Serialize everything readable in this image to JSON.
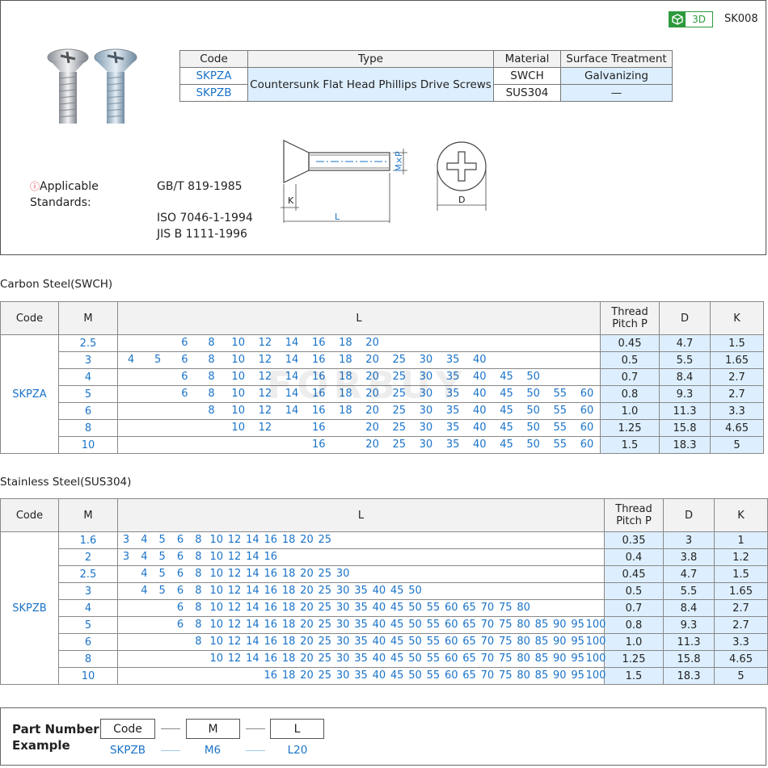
{
  "header": {
    "badge_3d": "3D",
    "series_code": "SK008"
  },
  "type_table": {
    "headers": [
      "Code",
      "Type",
      "Material",
      "Surface Treatment"
    ],
    "type_name": "Countersunk Flat Head Phillips Drive Screws",
    "rows": [
      {
        "code": "SKPZA",
        "material": "SWCH",
        "surface": "Galvanizing"
      },
      {
        "code": "SKPZB",
        "material": "SUS304",
        "surface": "—"
      }
    ]
  },
  "standards": {
    "label": "Applicable Standards:",
    "items": [
      "GB/T  819-1985",
      "ISO  7046-1-1994",
      "JIS  B  1111-1996"
    ]
  },
  "drawing": {
    "k": "K",
    "l": "L",
    "mxp": "M×P",
    "d": "D"
  },
  "watermark": "FORBUY",
  "carbon": {
    "title": "Carbon Steel(SWCH)",
    "headers": {
      "code": "Code",
      "m": "M",
      "l": "L",
      "pitch": "Thread Pitch P",
      "d": "D",
      "k": "K"
    },
    "code": "SKPZA",
    "columns": [
      "4",
      "5",
      "6",
      "8",
      "10",
      "12",
      "14",
      "16",
      "18",
      "20",
      "25",
      "30",
      "35",
      "40",
      "45",
      "50",
      "55",
      "60"
    ],
    "rows": [
      {
        "m": "2.5",
        "l": [
          "6",
          "8",
          "10",
          "12",
          "14",
          "16",
          "18",
          "20"
        ],
        "p": "0.45",
        "d": "4.7",
        "k": "1.5"
      },
      {
        "m": "3",
        "l": [
          "4",
          "5",
          "6",
          "8",
          "10",
          "12",
          "14",
          "16",
          "18",
          "20",
          "25",
          "30",
          "35",
          "40"
        ],
        "p": "0.5",
        "d": "5.5",
        "k": "1.65"
      },
      {
        "m": "4",
        "l": [
          "6",
          "8",
          "10",
          "12",
          "14",
          "16",
          "18",
          "20",
          "25",
          "30",
          "35",
          "40",
          "45",
          "50"
        ],
        "p": "0.7",
        "d": "8.4",
        "k": "2.7"
      },
      {
        "m": "5",
        "l": [
          "6",
          "8",
          "10",
          "12",
          "14",
          "16",
          "18",
          "20",
          "25",
          "30",
          "35",
          "40",
          "45",
          "50",
          "55",
          "60"
        ],
        "p": "0.8",
        "d": "9.3",
        "k": "2.7"
      },
      {
        "m": "6",
        "l": [
          "8",
          "10",
          "12",
          "14",
          "16",
          "18",
          "20",
          "25",
          "30",
          "35",
          "40",
          "45",
          "50",
          "55",
          "60"
        ],
        "p": "1.0",
        "d": "11.3",
        "k": "3.3"
      },
      {
        "m": "8",
        "l": [
          "10",
          "12",
          "16",
          "20",
          "25",
          "30",
          "35",
          "40",
          "45",
          "50",
          "55",
          "60"
        ],
        "p": "1.25",
        "d": "15.8",
        "k": "4.65"
      },
      {
        "m": "10",
        "l": [
          "16",
          "20",
          "25",
          "30",
          "35",
          "40",
          "45",
          "50",
          "55",
          "60"
        ],
        "p": "1.5",
        "d": "18.3",
        "k": "5"
      }
    ]
  },
  "stainless": {
    "title": "Stainless Steel(SUS304)",
    "headers": {
      "code": "Code",
      "m": "M",
      "l": "L",
      "pitch": "Thread Pitch P",
      "d": "D",
      "k": "K"
    },
    "code": "SKPZB",
    "columns": [
      "3",
      "4",
      "5",
      "6",
      "8",
      "10",
      "12",
      "14",
      "16",
      "18",
      "20",
      "25",
      "30",
      "35",
      "40",
      "45",
      "50",
      "55",
      "60",
      "65",
      "70",
      "75",
      "80",
      "85",
      "90",
      "95",
      "100"
    ],
    "rows": [
      {
        "m": "1.6",
        "l": [
          "3",
          "4",
          "5",
          "6",
          "8",
          "10",
          "12",
          "14",
          "16",
          "18",
          "20",
          "25"
        ],
        "p": "0.35",
        "d": "3",
        "k": "1"
      },
      {
        "m": "2",
        "l": [
          "3",
          "4",
          "5",
          "6",
          "8",
          "10",
          "12",
          "14",
          "16"
        ],
        "p": "0.4",
        "d": "3.8",
        "k": "1.2"
      },
      {
        "m": "2.5",
        "l": [
          "4",
          "5",
          "6",
          "8",
          "10",
          "12",
          "14",
          "16",
          "18",
          "20",
          "25",
          "30"
        ],
        "p": "0.45",
        "d": "4.7",
        "k": "1.5"
      },
      {
        "m": "3",
        "l": [
          "4",
          "5",
          "6",
          "8",
          "10",
          "12",
          "14",
          "16",
          "18",
          "20",
          "25",
          "30",
          "35",
          "40",
          "45",
          "50"
        ],
        "p": "0.5",
        "d": "5.5",
        "k": "1.65"
      },
      {
        "m": "4",
        "l": [
          "6",
          "8",
          "10",
          "12",
          "14",
          "16",
          "18",
          "20",
          "25",
          "30",
          "35",
          "40",
          "45",
          "50",
          "55",
          "60",
          "65",
          "70",
          "75",
          "80"
        ],
        "p": "0.7",
        "d": "8.4",
        "k": "2.7"
      },
      {
        "m": "5",
        "l": [
          "6",
          "8",
          "10",
          "12",
          "14",
          "16",
          "18",
          "20",
          "25",
          "30",
          "35",
          "40",
          "45",
          "50",
          "55",
          "60",
          "65",
          "70",
          "75",
          "80",
          "85",
          "90",
          "95",
          "100"
        ],
        "p": "0.8",
        "d": "9.3",
        "k": "2.7"
      },
      {
        "m": "6",
        "l": [
          "8",
          "10",
          "12",
          "14",
          "16",
          "18",
          "20",
          "25",
          "30",
          "35",
          "40",
          "45",
          "50",
          "55",
          "60",
          "65",
          "70",
          "75",
          "80",
          "85",
          "90",
          "95",
          "100"
        ],
        "p": "1.0",
        "d": "11.3",
        "k": "3.3"
      },
      {
        "m": "8",
        "l": [
          "10",
          "12",
          "14",
          "16",
          "18",
          "20",
          "25",
          "30",
          "35",
          "40",
          "45",
          "50",
          "55",
          "60",
          "65",
          "70",
          "75",
          "80",
          "85",
          "90",
          "95",
          "100"
        ],
        "p": "1.25",
        "d": "15.8",
        "k": "4.65"
      },
      {
        "m": "10",
        "l": [
          "16",
          "18",
          "20",
          "25",
          "30",
          "35",
          "40",
          "45",
          "50",
          "55",
          "60",
          "65",
          "70",
          "75",
          "80",
          "85",
          "90",
          "95",
          "100"
        ],
        "p": "1.5",
        "d": "18.3",
        "k": "5"
      }
    ]
  },
  "part_number": {
    "label_line1": "Part Number",
    "label_line2": "Example",
    "boxes": [
      "Code",
      "M",
      "L"
    ],
    "examples": [
      "SKPZB",
      "M6",
      "L20"
    ]
  }
}
